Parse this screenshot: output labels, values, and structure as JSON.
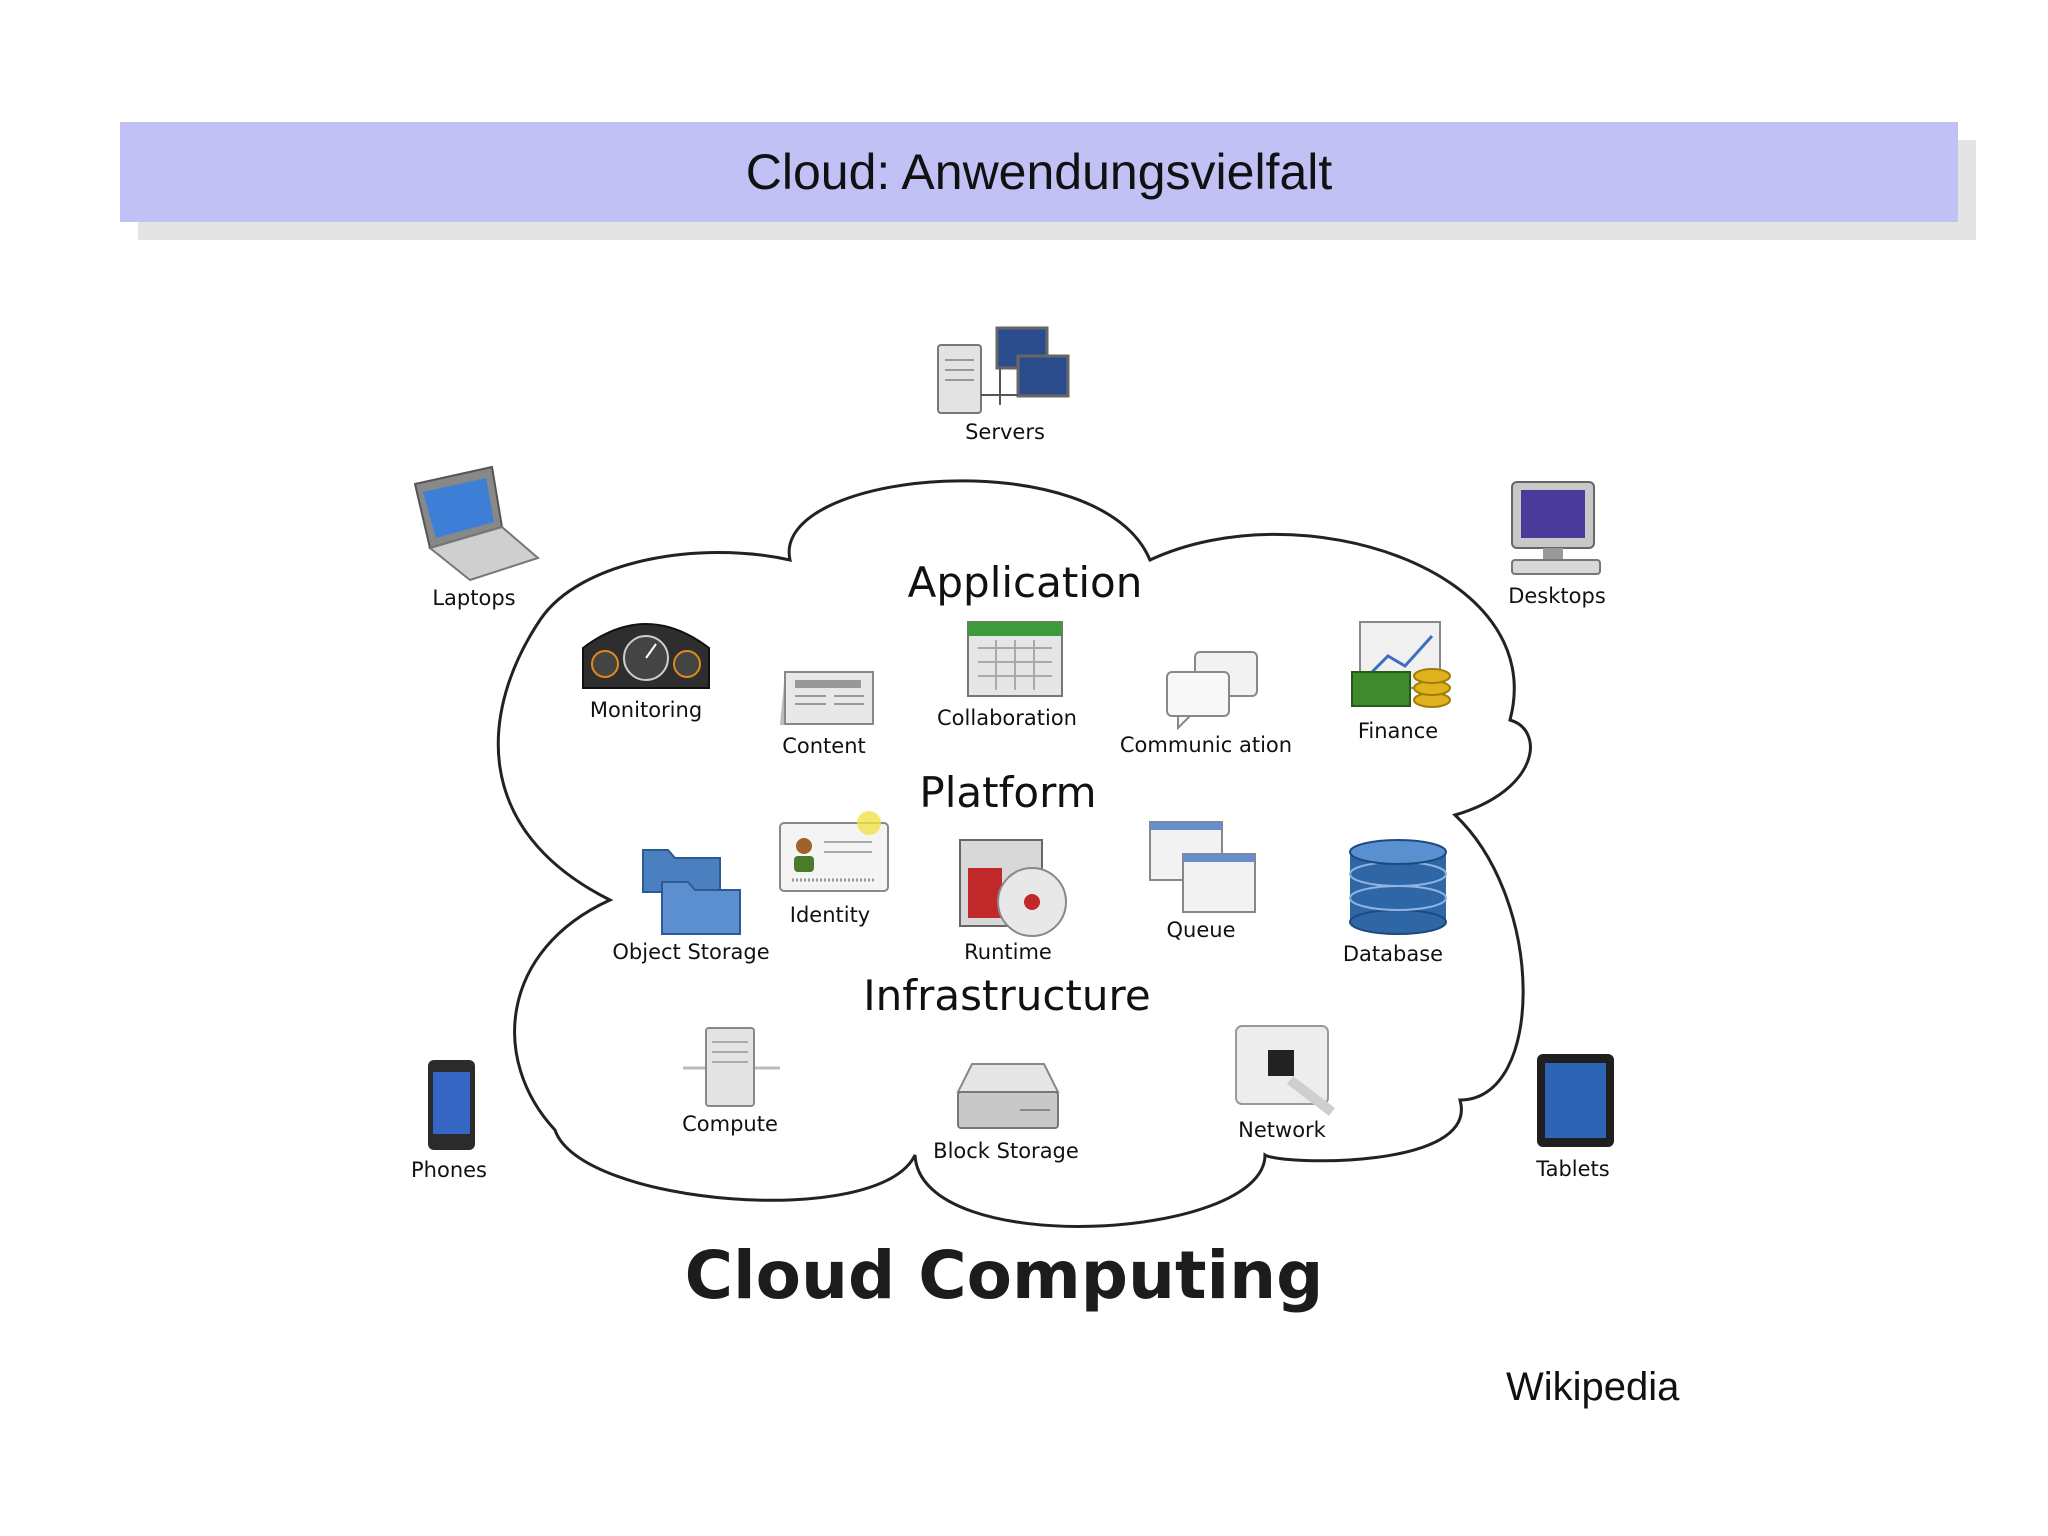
{
  "slide": {
    "title": "Cloud: Anwendungsvielfalt",
    "credit": "Wikipedia"
  },
  "diagram": {
    "caption": "Cloud Computing",
    "layers": {
      "application": "Application",
      "platform": "Platform",
      "infrastructure": "Infrastructure"
    },
    "clients": {
      "servers": "Servers",
      "laptops": "Laptops",
      "desktops": "Desktops",
      "phones": "Phones",
      "tablets": "Tablets"
    },
    "application_items": {
      "monitoring": "Monitoring",
      "content": "Content",
      "collaboration": "Collaboration",
      "communication": "Communic ation",
      "finance": "Finance"
    },
    "platform_items": {
      "object_storage": "Object Storage",
      "identity": "Identity",
      "runtime": "Runtime",
      "queue": "Queue",
      "database": "Database"
    },
    "infrastructure_items": {
      "compute": "Compute",
      "block_storage": "Block Storage",
      "network": "Network"
    },
    "icons": [
      "server-computers-icon",
      "laptop-icon",
      "desktop-computer-icon",
      "mobile-phone-icon",
      "tablet-icon",
      "speedometer-icon",
      "newspaper-icon",
      "calendar-icon",
      "speech-bubbles-icon",
      "money-chart-icon",
      "folders-icon",
      "id-card-icon",
      "cd-box-icon",
      "windows-icon",
      "database-cylinder-icon",
      "server-tower-icon",
      "hard-drive-icon",
      "network-socket-icon"
    ]
  },
  "colors": {
    "title_bar": "#c1c1f6",
    "title_shadow": "#e4e4e4",
    "folder_blue": "#4a7fc0",
    "database_blue": "#2f66a6",
    "money_green": "#3f8a2c",
    "coin_gold": "#e0b21c"
  }
}
